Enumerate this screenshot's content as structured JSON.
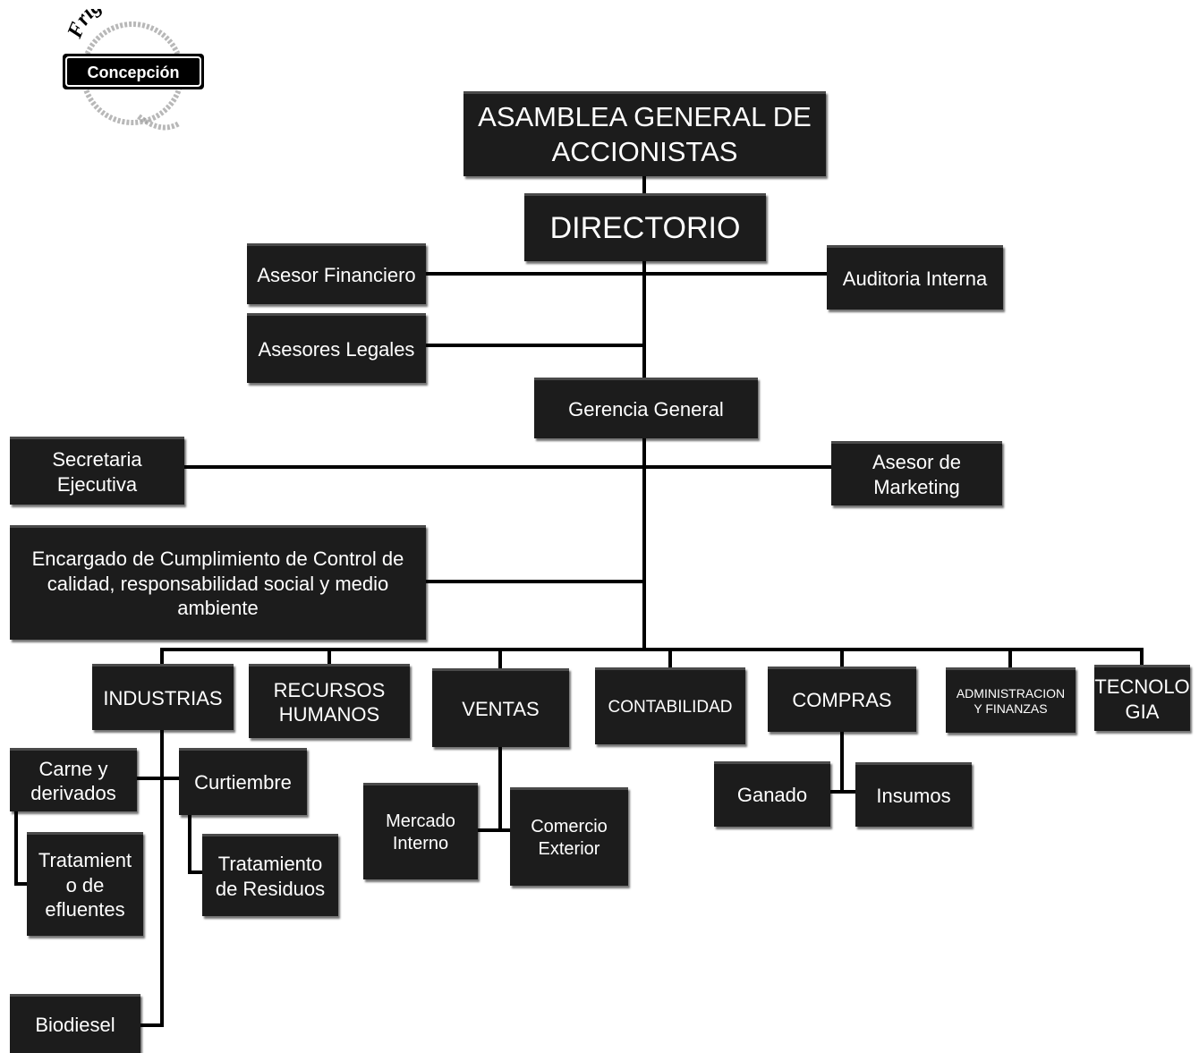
{
  "logo": {
    "top_text": "Frigorífico",
    "badge_text": "Concepción",
    "letter": "Q"
  },
  "org_chart": {
    "nodes": [
      {
        "id": "asamblea",
        "text": "ASAMBLEA GENERAL DE\nACCIONISTAS"
      },
      {
        "id": "directorio",
        "text": "DIRECTORIO"
      },
      {
        "id": "asesor_financiero",
        "text": "Asesor Financiero"
      },
      {
        "id": "auditoria_interna",
        "text": "Auditoria Interna"
      },
      {
        "id": "asesores_legales",
        "text": "Asesores Legales"
      },
      {
        "id": "gerencia_general",
        "text": "Gerencia General"
      },
      {
        "id": "secretaria_ejecutiva",
        "text": "Secretaria\nEjecutiva"
      },
      {
        "id": "asesor_marketing",
        "text": "Asesor de\nMarketing"
      },
      {
        "id": "encargado_cumplimiento",
        "text": "Encargado de Cumplimiento de Control de\ncalidad, responsabilidad social y medio\nambiente"
      },
      {
        "id": "industrias",
        "text": "INDUSTRIAS"
      },
      {
        "id": "recursos_humanos",
        "text": "RECURSOS\nHUMANOS"
      },
      {
        "id": "ventas",
        "text": "VENTAS"
      },
      {
        "id": "contabilidad",
        "text": "CONTABILIDAD"
      },
      {
        "id": "compras",
        "text": "COMPRAS"
      },
      {
        "id": "administracion_finanzas",
        "text": "ADMINISTRACION\nY FINANZAS"
      },
      {
        "id": "tecnologia",
        "text": "TECNOLO\nGIA"
      },
      {
        "id": "carne_derivados",
        "text": "Carne y\nderivados"
      },
      {
        "id": "curtiembre",
        "text": "Curtiembre"
      },
      {
        "id": "tratamiento_efluentes",
        "text": "Tratamient\no de\nefluentes"
      },
      {
        "id": "tratamiento_residuos",
        "text": "Tratamiento\nde Residuos"
      },
      {
        "id": "mercado_interno",
        "text": "Mercado\nInterno"
      },
      {
        "id": "comercio_exterior",
        "text": "Comercio\nExterior"
      },
      {
        "id": "ganado",
        "text": "Ganado"
      },
      {
        "id": "insumos",
        "text": "Insumos"
      },
      {
        "id": "biodiesel",
        "text": "Biodiesel"
      }
    ],
    "edges": [
      [
        "asamblea",
        "directorio"
      ],
      [
        "directorio",
        "asesor_financiero"
      ],
      [
        "directorio",
        "auditoria_interna"
      ],
      [
        "directorio",
        "asesores_legales"
      ],
      [
        "directorio",
        "gerencia_general"
      ],
      [
        "gerencia_general",
        "secretaria_ejecutiva"
      ],
      [
        "gerencia_general",
        "asesor_marketing"
      ],
      [
        "gerencia_general",
        "encargado_cumplimiento"
      ],
      [
        "gerencia_general",
        "industrias"
      ],
      [
        "gerencia_general",
        "recursos_humanos"
      ],
      [
        "gerencia_general",
        "ventas"
      ],
      [
        "gerencia_general",
        "contabilidad"
      ],
      [
        "gerencia_general",
        "compras"
      ],
      [
        "gerencia_general",
        "administracion_finanzas"
      ],
      [
        "gerencia_general",
        "tecnologia"
      ],
      [
        "industrias",
        "carne_derivados"
      ],
      [
        "industrias",
        "curtiembre"
      ],
      [
        "industrias",
        "biodiesel"
      ],
      [
        "carne_derivados",
        "tratamiento_efluentes"
      ],
      [
        "curtiembre",
        "tratamiento_residuos"
      ],
      [
        "ventas",
        "mercado_interno"
      ],
      [
        "ventas",
        "comercio_exterior"
      ],
      [
        "compras",
        "ganado"
      ],
      [
        "compras",
        "insumos"
      ]
    ]
  },
  "colors": {
    "box": "#1c1c1c",
    "text": "#ffffff",
    "line": "#000000"
  }
}
